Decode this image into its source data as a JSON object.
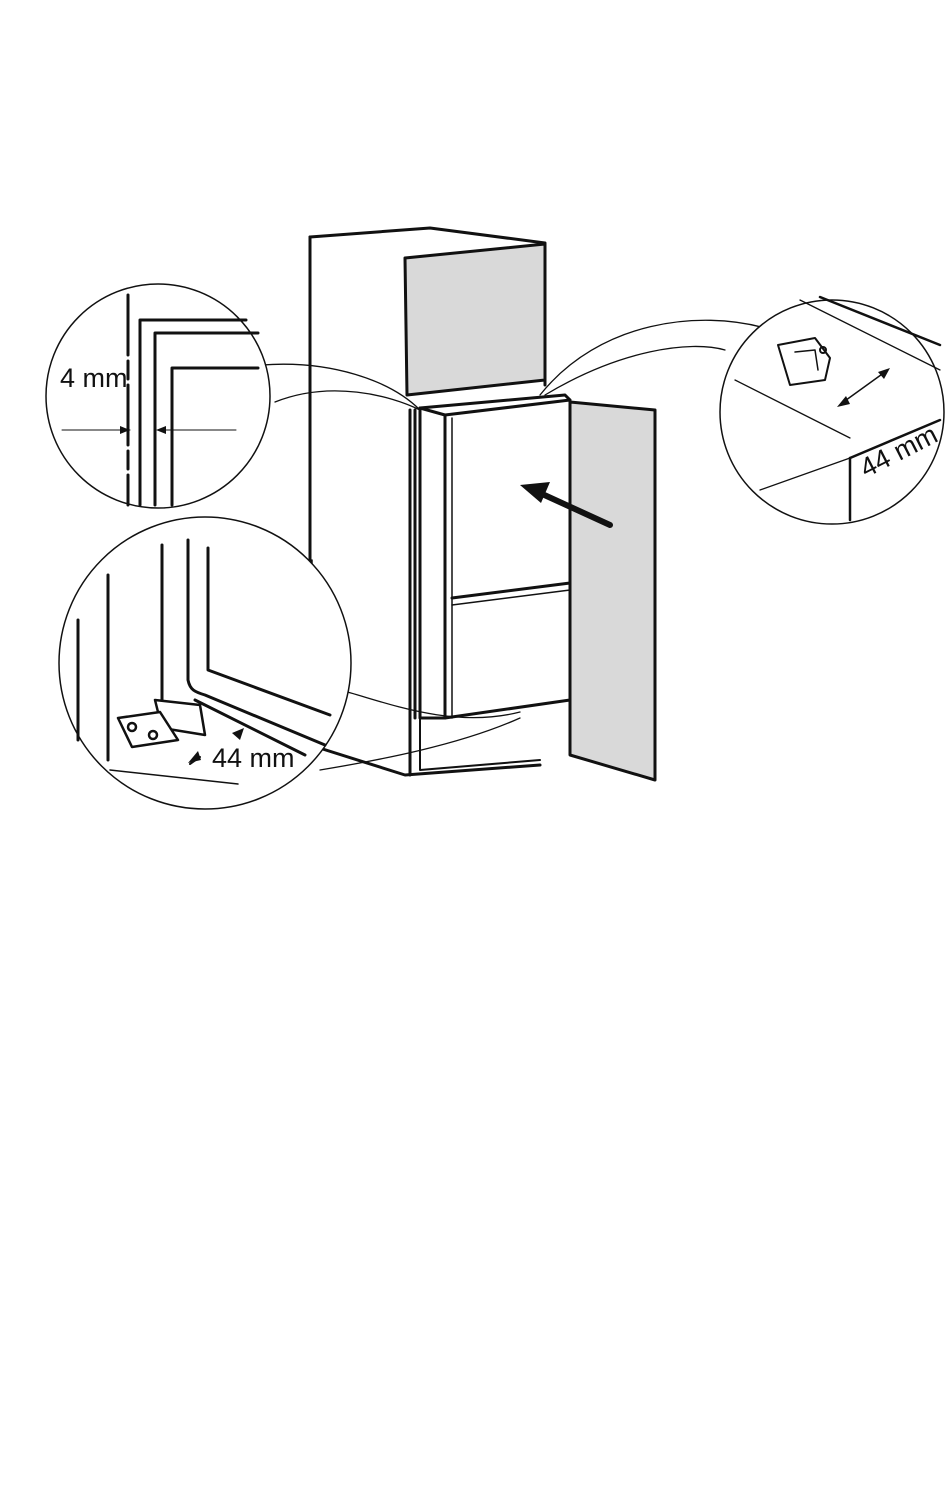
{
  "diagram": {
    "labels": {
      "gap_top_left": "4 mm",
      "hinge_bottom": "44 mm",
      "hinge_top_right": "44 mm"
    },
    "colors": {
      "line": "#111111",
      "panel_fill": "#d9d9d9",
      "background": "#ffffff"
    }
  }
}
